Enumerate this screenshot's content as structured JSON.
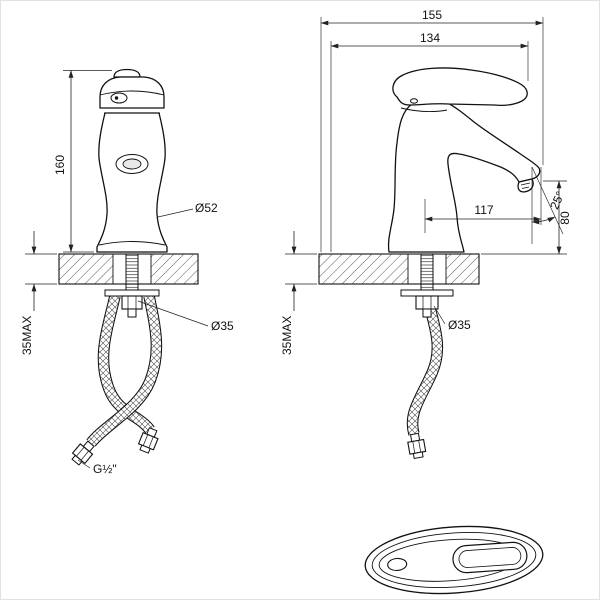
{
  "drawing": {
    "front_view": {
      "height": "160",
      "base_diameter": "Ø52",
      "counter_max": "35MAX",
      "hole_diameter": "Ø35",
      "thread_size": "G½\""
    },
    "side_view": {
      "overall_depth": "155",
      "body_depth": "134",
      "spout_reach": "117",
      "spout_angle": "25°",
      "spout_height": "80",
      "counter_max": "35MAX",
      "hole_diameter": "Ø35"
    }
  }
}
